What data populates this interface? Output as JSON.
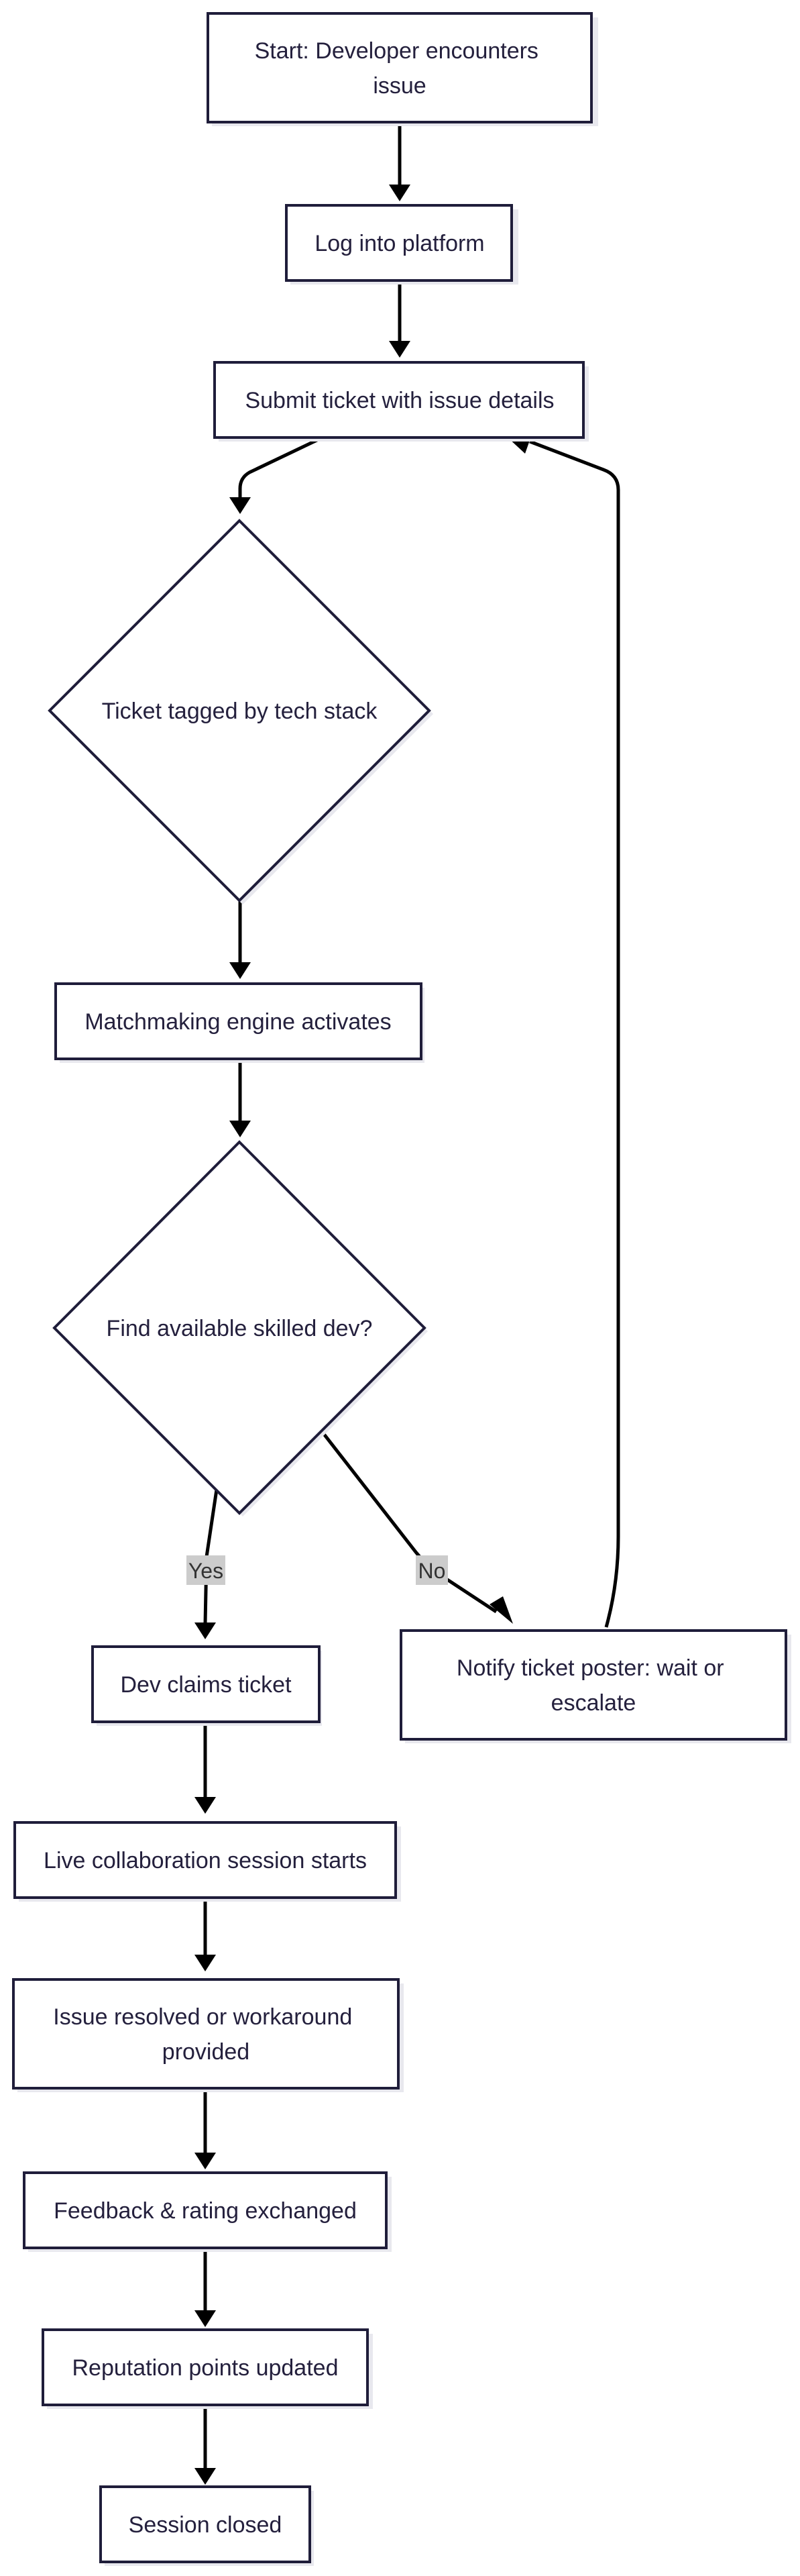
{
  "nodes": {
    "start": "Start: Developer encounters issue",
    "login": "Log into platform",
    "submit": "Submit ticket with issue details",
    "tagged": "Ticket tagged by tech stack",
    "matchmaking": "Matchmaking engine activates",
    "find_dev": "Find available skilled dev?",
    "claims": "Dev claims ticket",
    "notify": "Notify ticket poster: wait or escalate",
    "live_session": "Live collaboration session starts",
    "resolved": "Issue resolved or workaround provided",
    "feedback": "Feedback & rating exchanged",
    "reputation": "Reputation points updated",
    "closed": "Session closed"
  },
  "edge_labels": {
    "yes": "Yes",
    "no": "No"
  },
  "colors": {
    "node_stroke": "#1f1d3a",
    "node_fill": "#ffffff",
    "edge": "#000000",
    "label_bg": "#cccccc"
  }
}
